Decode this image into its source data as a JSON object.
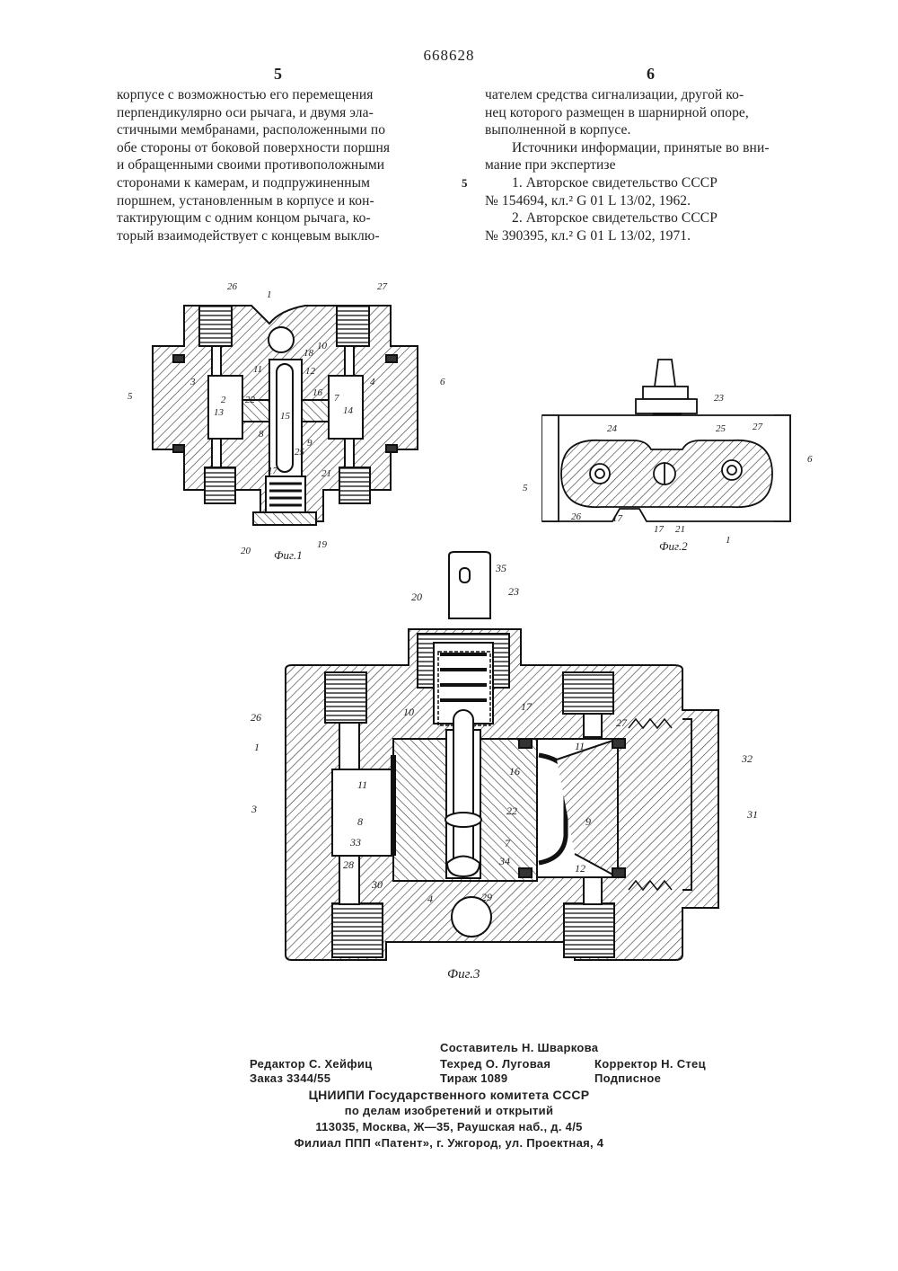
{
  "patent_number": "668628",
  "left_column_number": "5",
  "right_column_number": "6",
  "left_column_lines": [
    "корпусе с возможностью его перемещения",
    "перпендикулярно оси рычага, и двумя эла-",
    "стичными мембранами, расположенными по",
    "обе стороны от боковой поверхности поршня",
    "и обращенными своими противоположными",
    "сторонами к камерам, и подпружиненным",
    "поршнем, установленным в корпусе и кон-",
    "тактирующим с одним концом рычага, ко-",
    "торый взаимодействует с концевым выклю-"
  ],
  "right_column_lines": [
    "чателем средства сигнализации, другой ко-",
    "нец которого размещен в шарнирной опоре,",
    "выполненной в корпусе."
  ],
  "sources_heading": "Источники информации, принятые во вни-",
  "sources_heading_cont": "мание при экспертизе",
  "reference_1_line1": "1. Авторское свидетельство СССР",
  "reference_1_line2": "№ 154694, кл.² G 01 L 13/02, 1962.",
  "reference_2_line1": "2. Авторское свидетельство СССР",
  "reference_2_line2": "№ 390395, кл.² G 01 L 13/02, 1971.",
  "margin_line_number": "5",
  "figures": {
    "fig1": {
      "caption": "Фиг.1",
      "labels": [
        "26",
        "1",
        "27",
        "18",
        "10",
        "3",
        "11",
        "12",
        "4",
        "6",
        "5",
        "2",
        "22",
        "16",
        "7",
        "13",
        "15",
        "14",
        "8",
        "9",
        "25",
        "17",
        "21",
        "20",
        "19"
      ]
    },
    "fig2": {
      "caption": "Фиг.2",
      "labels": [
        "23",
        "24",
        "25",
        "27",
        "6",
        "5",
        "26",
        "17",
        "17",
        "21",
        "1"
      ]
    },
    "fig3": {
      "caption": "Фиг.3",
      "labels": [
        "35",
        "20",
        "23",
        "17",
        "10",
        "26",
        "27",
        "1",
        "11",
        "16",
        "11",
        "32",
        "3",
        "8",
        "22",
        "9",
        "31",
        "33",
        "7",
        "12",
        "28",
        "34",
        "30",
        "4",
        "29"
      ]
    }
  },
  "imprint": {
    "editor": "Редактор С. Хейфиц",
    "order": "Заказ 3344/55",
    "compiler": "Составитель Н. Шваркова",
    "techred": "Техред О. Луговая",
    "circulation": "Тираж 1089",
    "corrector": "Корректор Н. Стец",
    "subscription": "Подписное",
    "institute": "ЦНИИПИ  Государственного  комитета  СССР",
    "affairs": "по  делам  изобретений  и  открытий",
    "address": "113035,  Москва,  Ж—35,  Раушская  наб.,  д.  4/5",
    "branch": "Филиал  ППП  «Патент»,  г.  Ужгород,  ул.  Проектная,  4"
  }
}
